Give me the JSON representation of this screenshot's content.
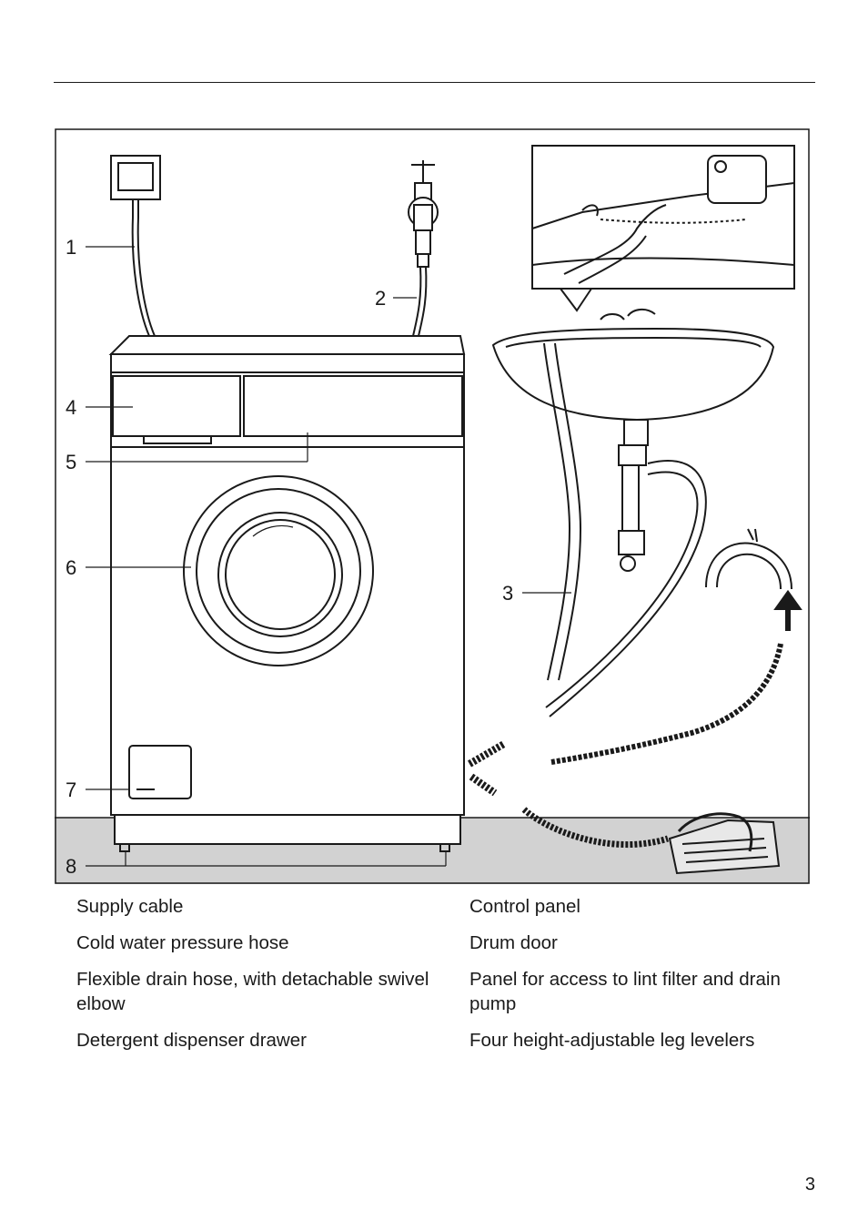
{
  "figure": {
    "callouts": [
      "1",
      "2",
      "3",
      "4",
      "5",
      "6",
      "7",
      "8"
    ]
  },
  "legend": {
    "left": [
      "Supply cable",
      "Cold water pressure hose",
      "Flexible drain hose, with detachable swivel elbow",
      "Detergent dispenser drawer"
    ],
    "right": [
      "Control panel",
      "Drum door",
      "Panel for access to lint filter and drain pump",
      "Four height-adjustable leg levelers"
    ]
  },
  "page": {
    "number": "3"
  },
  "colors": {
    "ink": "#1a1a1a",
    "floor": "#d2d2d2"
  }
}
